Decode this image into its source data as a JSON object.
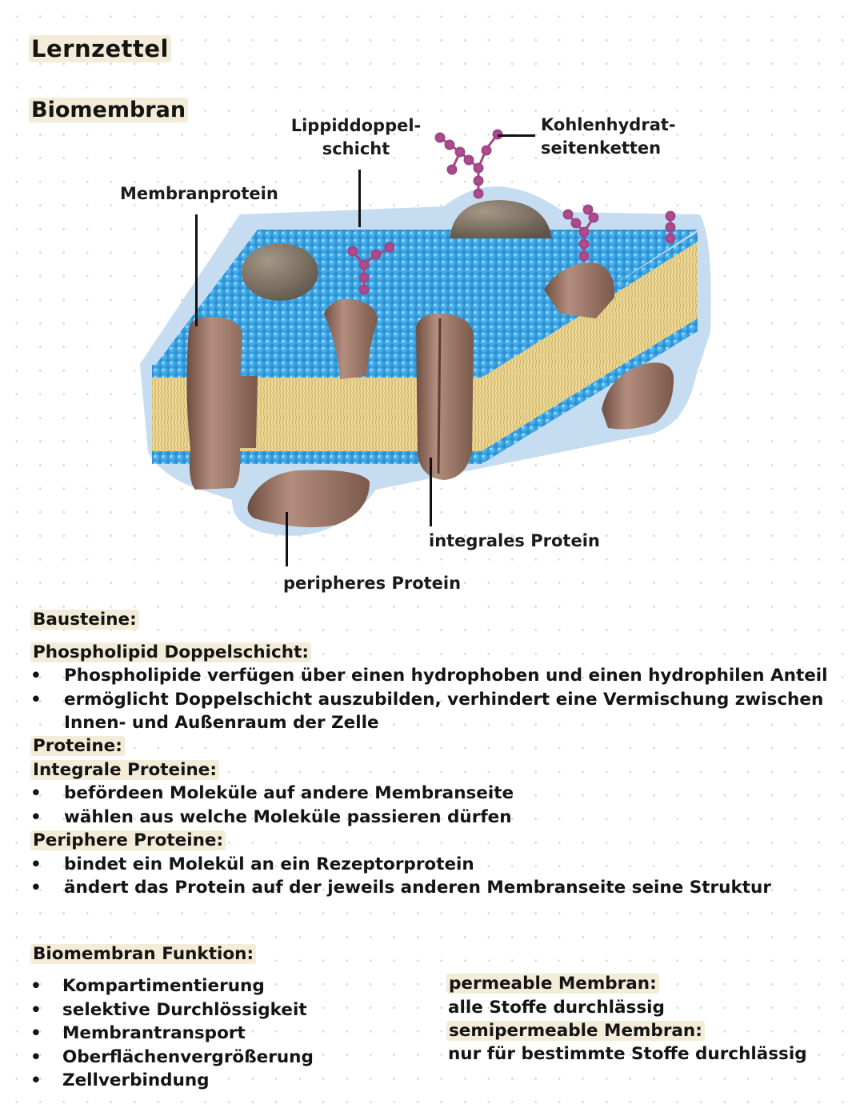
{
  "title": "Lernzettel",
  "section_heading": "Biomembran",
  "diagram": {
    "labels": {
      "lipid_bilayer": [
        "Lippiddoppel-",
        "schicht"
      ],
      "carbohydrate": [
        "Kohlenhydrat-",
        "seitenketten"
      ],
      "membrane_protein": "Membranprotein",
      "integral_protein": "integrales Protein",
      "peripheral_protein": "peripheres Protein"
    },
    "colors": {
      "glow": "#c6dcf0",
      "heads": "#39a6e6",
      "tails": "#ecd796",
      "protein": "#a07a6c",
      "globule": "#83776a",
      "sugar": "#a04884"
    }
  },
  "notes": {
    "bausteine": "Bausteine:",
    "phospholipid_heading": "Phospholipid Doppelschicht:",
    "phospholipid_items": [
      "Phospholipide verfügen über einen hydrophoben und einen hydrophilen Anteil",
      "ermöglicht Doppelschicht auszubilden, verhindert eine Vermischung zwischen"
    ],
    "phospholipid_item_cont": "Innen- und Außenraum der Zelle",
    "proteine": "Proteine:",
    "integrale_heading": "Integrale Proteine:",
    "integrale_items": [
      "befördeen Moleküle auf andere Membranseite",
      "wählen aus welche Moleküle passieren dürfen"
    ],
    "periphere_heading": "Periphere Proteine:",
    "periphere_items": [
      "bindet ein Molekül an ein Rezeptorprotein",
      "ändert das Protein auf der jeweils anderen Membranseite seine Struktur"
    ],
    "funktion_heading": "Biomembran Funktion:",
    "funktion_items": [
      "Kompartimentierung",
      "selektive Durchlössigkeit",
      "Membrantransport",
      "Oberflächenvergrößerung",
      "Zellverbindung"
    ],
    "permeable_heading": "permeable Membran:",
    "permeable_text": "alle Stoffe durchlässig",
    "semipermeable_heading": "semipermeable Membran:",
    "semipermeable_text": "nur für bestimmte Stoffe durchlässig",
    "bullet": "•"
  }
}
